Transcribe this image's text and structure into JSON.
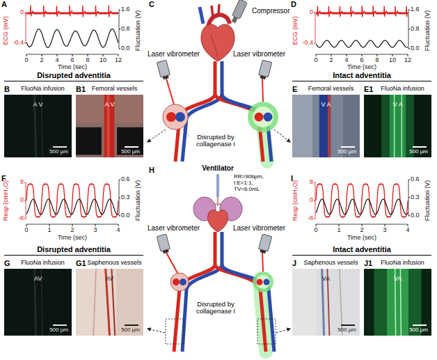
{
  "diagram": {
    "nodes": [
      {
        "text": [
          "Disrupted adventitia"
        ]
      },
      {
        "text": [
          "B",
          "FluoNa infusion",
          "A V",
          "500 µm"
        ],
        "in": 0
      },
      {
        "text": [
          "B1",
          "Femoral vessels",
          "A V",
          "500 µm"
        ],
        "in": 0
      },
      {
        "text": [
          "Intact adventitia"
        ]
      },
      {
        "text": [
          "E",
          "Femoral vessels",
          "V A",
          "500 µm"
        ],
        "in": 3
      },
      {
        "text": [
          "E1",
          "FluoNa infusion",
          "V A",
          "500 µm"
        ],
        "in": 3
      },
      {
        "text": [
          "Disrupted adventitia"
        ]
      },
      {
        "text": [
          "G",
          "FluoNa infusion",
          "AV",
          "500 µm"
        ],
        "in": 6
      },
      {
        "text": [
          "G1",
          "Saphenous vessels",
          "AV",
          "500 µm"
        ],
        "in": 6
      },
      {
        "text": [
          "Intact adventitia"
        ]
      },
      {
        "text": [
          "J",
          "Saphenous vessels",
          "VA",
          "500 µm"
        ],
        "in": 9
      },
      {
        "text": [
          "J1",
          "FluoNa infusion",
          "VA",
          "500 µm"
        ],
        "in": 9
      }
    ],
    "labels": [
      "A",
      "ECG (mV)",
      "0",
      "-0.4",
      "Fluctuation (V)",
      "1.6",
      "0.8",
      "0.0",
      "0",
      "2",
      "4",
      "6",
      "8",
      "10",
      "12",
      "Time (sec)",
      "C",
      "Compressor",
      "Laser vibrometer",
      "Laser vibrometer",
      "Disrupted by collagenase I",
      "D",
      "ECG (mV)",
      "0",
      "-0.4",
      "Fluctuation (V)",
      "1.6",
      "0.8",
      "0.0",
      "0",
      "2",
      "4",
      "6",
      "8",
      "10",
      "12",
      "Time (sec)",
      "F",
      "Resp (cmH₂O)",
      "8",
      "0",
      "-8",
      "Fluctuation (V)",
      "0.6",
      "0.3",
      "0.0",
      "0",
      "1",
      "2",
      "3",
      "4",
      "Time (sec)",
      "H",
      "Ventilator",
      "RR=90bpm, I:E=1:1, TV=6.0mL",
      "Laser vibrometer",
      "Laser vibrometer",
      "Disrupted by collagenase I",
      "I",
      "Resp (cmH₂O)",
      "8",
      "0",
      "-8",
      "Fluctuation (V)",
      "0.6",
      "0.3",
      "0.0",
      "0",
      "1",
      "2",
      "3",
      "4",
      "Time (sec)"
    ]
  }
}
